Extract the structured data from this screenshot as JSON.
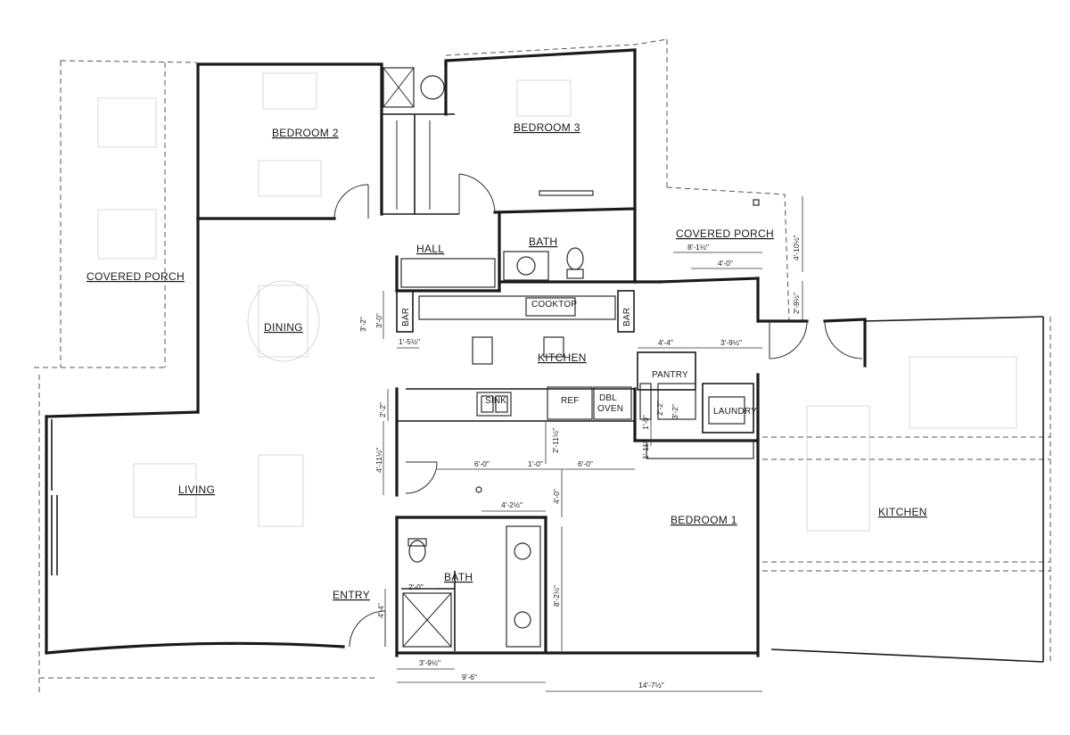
{
  "rooms": {
    "bedroom2": "BEDROOM 2",
    "bedroom3": "BEDROOM 3",
    "covered_porch_west": "COVERED PORCH",
    "covered_porch_east": "COVERED PORCH",
    "dining": "DINING",
    "hall": "HALL",
    "bath_upper": "BATH",
    "kitchen": "KITCHEN",
    "pantry": "PANTRY",
    "living": "LIVING",
    "bedroom1": "BEDROOM 1",
    "kitchen_east": "KITCHEN",
    "entry": "ENTRY",
    "bath_lower": "BATH"
  },
  "fixtures": {
    "cooktop": "COOKTOP",
    "bar_left": "BAR",
    "bar_right": "BAR",
    "sink": "SINK",
    "ref": "REF",
    "dbl_oven_1": "DBL",
    "dbl_oven_2": "OVEN",
    "laundry": "LAUNDRY"
  },
  "dimensions": {
    "d_porch_w": "8'-1½\"",
    "d_porch_w2": "4'-0\"",
    "d_porch_h": "4'-10½\"",
    "d_porch_h2": "2'-9½\"",
    "d_bar_h1": "3'-2\"",
    "d_bar_h2": "3'-0\"",
    "d_bar_w": "1'-5½\"",
    "d_pantry_w": "4'-4\"",
    "d_pantry_w2": "3'-9½\"",
    "d_counter_h": "2'-2\"",
    "d_pantry_h1": "2'-2\"",
    "d_pantry_h2": "3'-2\"",
    "d_pantry_h3": "1'-0\"",
    "d_pantry_h4": "1'-11\"",
    "d_island_v": "2'-11½\"",
    "d_left_h": "4'-11½\"",
    "d_seg1": "6'-0\"",
    "d_seg2": "1'-0\"",
    "d_seg3": "6'-0\"",
    "d_bath_top": "4'-2½\"",
    "d_bath_v1": "4'-0\"",
    "d_bath_v2": "8'-2½\"",
    "d_shower_w": "2'-0\"",
    "d_entry_h": "4'-4\"",
    "d_bot1": "3'-9½\"",
    "d_bot2": "9'-6\"",
    "d_bot3": "14'-7½\""
  }
}
